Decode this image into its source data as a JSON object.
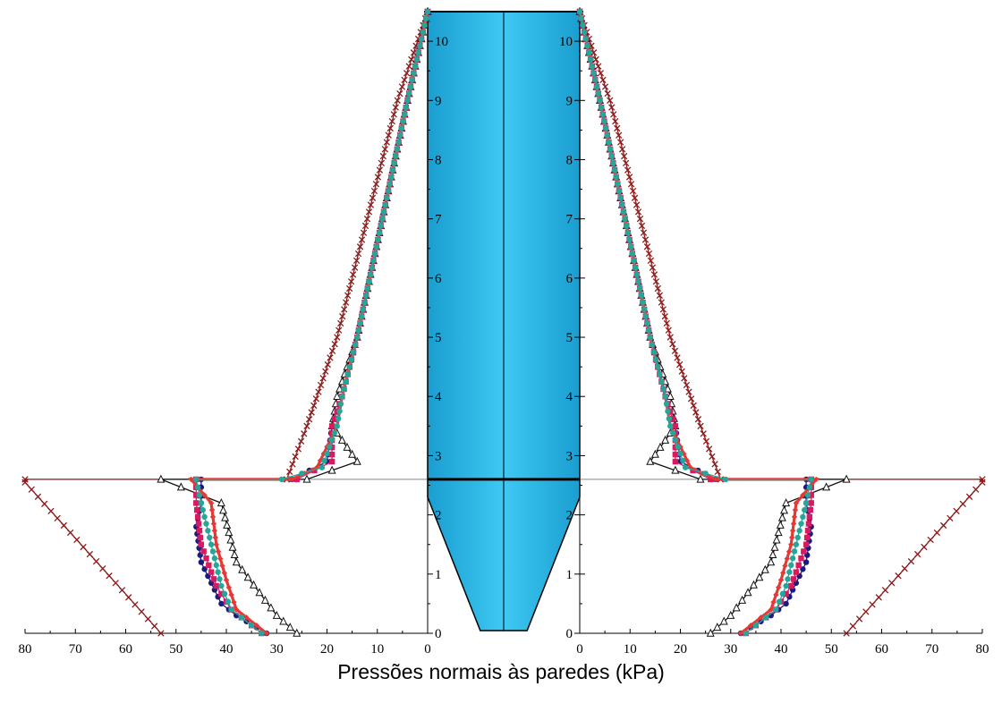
{
  "chart_data": {
    "type": "line",
    "title": "",
    "xlabel": "Pressões normais às paredes (kPa)",
    "ylabel": "",
    "left_panel": {
      "xlim": [
        80,
        0
      ],
      "x_ticks": [
        "80",
        "70",
        "60",
        "50",
        "40",
        "30",
        "20",
        "10",
        "0"
      ]
    },
    "right_panel": {
      "xlim": [
        0,
        80
      ],
      "x_ticks": [
        "0",
        "10",
        "20",
        "30",
        "40",
        "50",
        "60",
        "70",
        "80"
      ]
    },
    "ylim": [
      0,
      10.5
    ],
    "left_y_ticks": [
      "0",
      "1",
      "2",
      "3",
      "4",
      "5",
      "6",
      "7",
      "8",
      "9",
      "10"
    ],
    "right_y_ticks": [
      "0",
      "1",
      "2",
      "3",
      "4",
      "5",
      "6",
      "7",
      "8",
      "9",
      "10"
    ],
    "transition_height": 2.6,
    "grid": false,
    "silo": {
      "body_color": "#2bbbe8",
      "edge_color": "#000000",
      "hopper_outlet_halfwidth_kpa": 2.2
    },
    "series": [
      {
        "color": "#8b1a1a",
        "marker": "x",
        "points": [
          [
            0,
            10.5
          ],
          [
            6,
            9
          ],
          [
            12,
            7
          ],
          [
            18,
            5
          ],
          [
            24,
            3.5
          ],
          [
            28,
            2.6
          ],
          [
            80,
            2.6
          ],
          [
            80,
            2.55
          ],
          [
            53,
            0
          ]
        ]
      },
      {
        "color": "#111111",
        "marker": "triangle",
        "points": [
          [
            0,
            10.5
          ],
          [
            4,
            9
          ],
          [
            9,
            7
          ],
          [
            14,
            5
          ],
          [
            18,
            4
          ],
          [
            19,
            3.5
          ],
          [
            14,
            2.9
          ],
          [
            24,
            2.6
          ],
          [
            53,
            2.6
          ],
          [
            41,
            2.2
          ],
          [
            38,
            1.2
          ],
          [
            30,
            0.3
          ],
          [
            26,
            0
          ]
        ]
      },
      {
        "color": "#1a1a80",
        "marker": "circle",
        "points": [
          [
            0,
            10.5
          ],
          [
            4,
            9
          ],
          [
            9,
            7
          ],
          [
            14,
            5
          ],
          [
            17,
            4
          ],
          [
            19,
            3.5
          ],
          [
            20,
            2.9
          ],
          [
            27,
            2.6
          ],
          [
            45,
            2.6
          ],
          [
            45,
            2.2
          ],
          [
            46,
            1.8
          ],
          [
            45,
            1.2
          ],
          [
            41,
            0.5
          ],
          [
            38,
            0.3
          ],
          [
            32,
            0
          ]
        ]
      },
      {
        "color": "#d81b60",
        "marker": "square",
        "points": [
          [
            0,
            10.5
          ],
          [
            4,
            9
          ],
          [
            9,
            7
          ],
          [
            14,
            5
          ],
          [
            17,
            4
          ],
          [
            19,
            3.5
          ],
          [
            19,
            2.9
          ],
          [
            26,
            2.6
          ],
          [
            46,
            2.6
          ],
          [
            46,
            2.2
          ],
          [
            45,
            1.5
          ],
          [
            42,
            0.8
          ],
          [
            39,
            0.4
          ],
          [
            33,
            0
          ]
        ]
      },
      {
        "color": "#e53935",
        "marker": "diamond",
        "points": [
          [
            0,
            10.5
          ],
          [
            4,
            9
          ],
          [
            9,
            7
          ],
          [
            14,
            5
          ],
          [
            17,
            4
          ],
          [
            18,
            3.5
          ],
          [
            22,
            2.8
          ],
          [
            27,
            2.6
          ],
          [
            47,
            2.6
          ],
          [
            43,
            2.2
          ],
          [
            42,
            1.5
          ],
          [
            40,
            0.9
          ],
          [
            38,
            0.4
          ],
          [
            32,
            0
          ]
        ]
      },
      {
        "color": "#26a69a",
        "marker": "circle",
        "points": [
          [
            0,
            10.5
          ],
          [
            4,
            9
          ],
          [
            9,
            7
          ],
          [
            14,
            5
          ],
          [
            17,
            4
          ],
          [
            18,
            3.5
          ],
          [
            21,
            2.8
          ],
          [
            29,
            2.6
          ],
          [
            46,
            2.6
          ],
          [
            45,
            2.2
          ],
          [
            43,
            1.5
          ],
          [
            41,
            0.8
          ],
          [
            39,
            0.4
          ],
          [
            33,
            0
          ]
        ]
      }
    ]
  }
}
